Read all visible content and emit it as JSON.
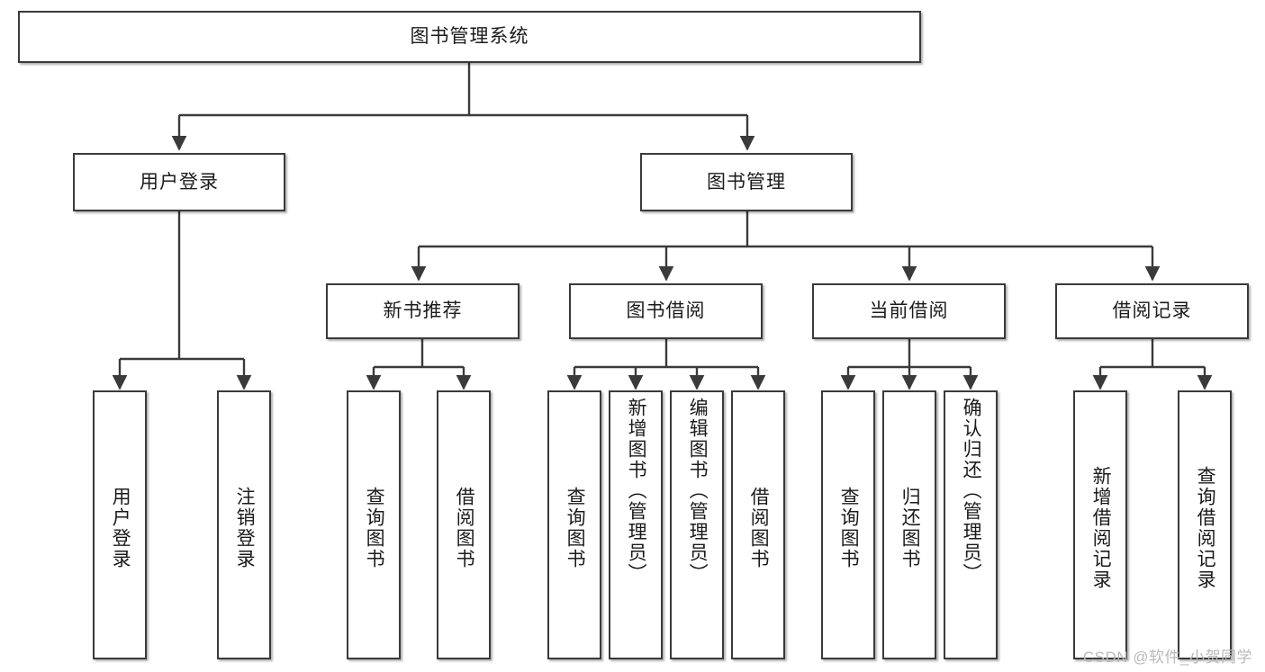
{
  "diagram": {
    "title": "图书管理系统",
    "watermark": "CSDN @软件_小贺同学",
    "type": "tree-hierarchy-chart",
    "root": {
      "label": "图书管理系统",
      "children": [
        {
          "label": "用户登录",
          "children": [
            {
              "label": "用户登录"
            },
            {
              "label": "注销登录"
            }
          ]
        },
        {
          "label": "图书管理",
          "children": [
            {
              "label": "新书推荐",
              "children": [
                {
                  "label": "查询图书"
                },
                {
                  "label": "借阅图书"
                }
              ]
            },
            {
              "label": "图书借阅",
              "children": [
                {
                  "label": "查询图书"
                },
                {
                  "label": "新增图书（管理员）"
                },
                {
                  "label": "编辑图书（管理员）"
                },
                {
                  "label": "借阅图书"
                }
              ]
            },
            {
              "label": "当前借阅",
              "children": [
                {
                  "label": "查询图书"
                },
                {
                  "label": "归还图书"
                },
                {
                  "label": "确认归还（管理员）"
                }
              ]
            },
            {
              "label": "借阅记录",
              "children": [
                {
                  "label": "新增借阅记录"
                },
                {
                  "label": "查询借阅记录"
                }
              ]
            }
          ]
        }
      ]
    },
    "nodes": {
      "root": "图书管理系统",
      "user_login": "用户登录",
      "book_mgmt": "图书管理",
      "new_book_rec": "新书推荐",
      "book_borrow": "图书借阅",
      "current_borrow": "当前借阅",
      "borrow_record": "借阅记录",
      "leaf_user_login": "用户登录",
      "leaf_logout": "注销登录",
      "leaf_query_book_1": "查询图书",
      "leaf_borrow_book_1": "借阅图书",
      "leaf_query_book_2": "查询图书",
      "leaf_add_book": "新增图书（管理员）",
      "leaf_edit_book": "编辑图书（管理员）",
      "leaf_borrow_book_2": "借阅图书",
      "leaf_query_book_3": "查询图书",
      "leaf_return_book": "归还图书",
      "leaf_confirm_return": "确认归还（管理员）",
      "leaf_add_record": "新增借阅记录",
      "leaf_query_record": "查询借阅记录"
    },
    "colors": {
      "border": "#3a3a3a",
      "text": "#1b1b1b",
      "background": "#ffffff",
      "watermark": "#b9b9b9"
    }
  }
}
